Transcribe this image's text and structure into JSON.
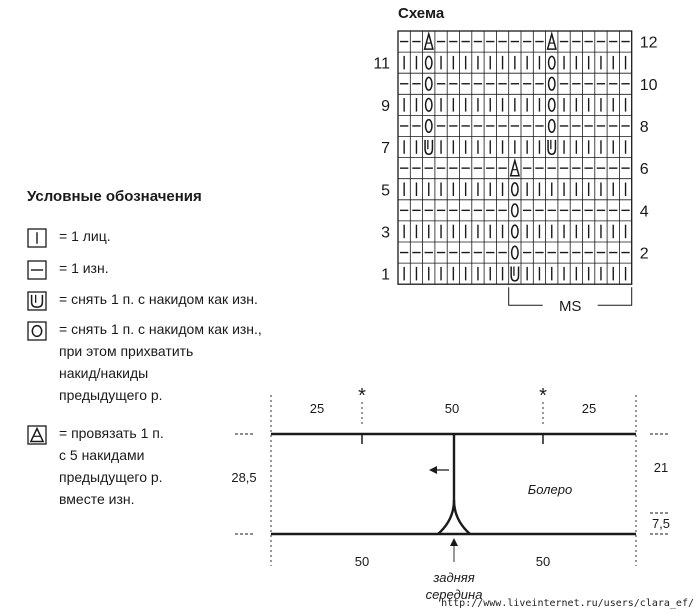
{
  "chart_title": "Схема",
  "legend": {
    "title": "Условные обозначения",
    "items": [
      {
        "symbol": "knit",
        "text": "= 1 лиц."
      },
      {
        "symbol": "purl",
        "text": "= 1 изн."
      },
      {
        "symbol": "slip-yo",
        "text": "= снять 1 п. с накидом как изн."
      },
      {
        "symbol": "slip-catch",
        "text": "= снять 1 п. с накидом как изн.,\nпри этом прихватить\nнакид/накиды\nпредыдущего р."
      },
      {
        "symbol": "dec",
        "text": "= провязать 1 п.\nс 5 накидами\nпредыдущего р.\nвместе изн."
      }
    ]
  },
  "grid": {
    "columns": 19,
    "rows": [
      "PPNPPPPPPPPPNPPPPPP",
      "KKOKKKKKKKKKOKKKKKK",
      "PPOPPPPPPPPPOPPPPPP",
      "KKOKKKKKKKKKOKKKKKK",
      "PPOPPPPPPPPPOPPPPPP",
      "KKUKKKKKKKKKUKKKKKK",
      "PPPPPPPPPNPPPPPPPPP",
      "KKKKKKKKKOKKKKKKKKK",
      "PPPPPPPPPOPPPPPPPPP",
      "KKKKKKKKKOKKKKKKKKK",
      "PPPPPPPPPOPPPPPPPPP",
      "KKKKKKKKKUKKKKKKKKK"
    ],
    "row_numbers_left": [
      "11",
      "9",
      "7",
      "5",
      "3",
      "1"
    ],
    "row_numbers_right": [
      "12",
      "10",
      "8",
      "6",
      "4",
      "2"
    ],
    "repeat_label": "MS"
  },
  "schematic": {
    "top_widths": [
      "25",
      "50",
      "25"
    ],
    "markers": [
      "*",
      "*"
    ],
    "bottom_widths": [
      "50",
      "50"
    ],
    "left_height": "28,5",
    "right_heights": [
      "21",
      "7,5"
    ],
    "piece_label": "Болеро",
    "back_center_label": "задняя\nсередина"
  },
  "credit": "http://www.liveinternet.ru/users/clara_ef/"
}
